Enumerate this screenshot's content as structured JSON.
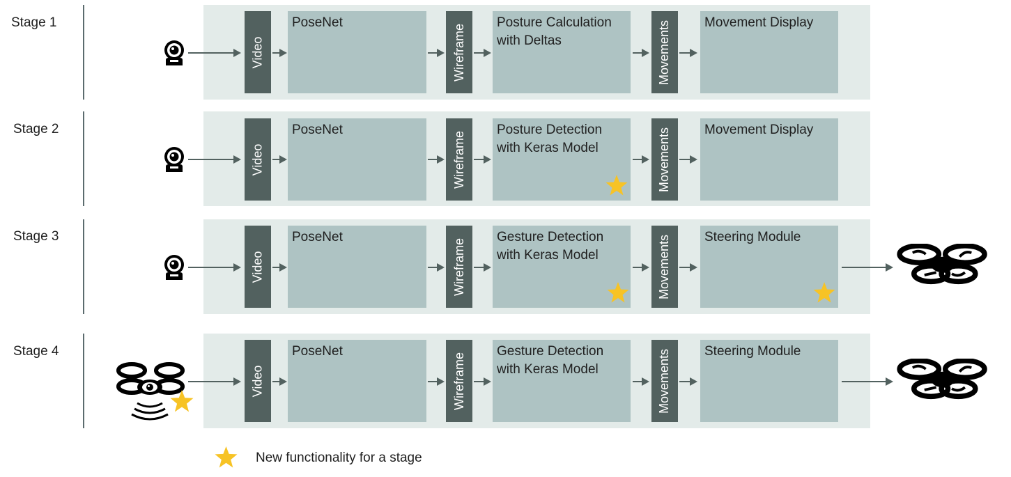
{
  "colors": {
    "panel_bg": "#e3ebe9",
    "box_bg": "#aec3c3",
    "bar_bg": "#52615f",
    "star": "#f7c325",
    "divider": "#5b6b6e"
  },
  "icons": {
    "camera": "webcam-icon",
    "drone": "drone-icon",
    "camera_drone": "drone-camera-icon",
    "star": "star-icon"
  },
  "labels": {
    "video": "Video",
    "wireframe": "Wireframe",
    "movements": "Movements"
  },
  "stages": [
    {
      "label": "Stage 1",
      "boxes": [
        "PoseNet",
        "Posture Calculation\nwith Deltas",
        "Movement Display"
      ],
      "new_functionality": [
        "input:false",
        "box2:false",
        "box3:false"
      ]
    },
    {
      "label": "Stage 2",
      "boxes": [
        "PoseNet",
        "Posture Detection\nwith Keras Model",
        "Movement Display"
      ],
      "new_functionality": [
        "input:false",
        "box2:true",
        "box3:false"
      ]
    },
    {
      "label": "Stage 3",
      "boxes": [
        "PoseNet",
        "Gesture Detection\nwith Keras Model",
        "Steering Module"
      ],
      "new_functionality": [
        "input:false",
        "box2:true",
        "box3:true"
      ]
    },
    {
      "label": "Stage 4",
      "boxes": [
        "PoseNet",
        "Gesture Detection\nwith Keras Model",
        "Steering Module"
      ],
      "new_functionality": [
        "input:true",
        "box2:false",
        "box3:false"
      ]
    }
  ],
  "legend": {
    "text": "New functionality for a stage"
  }
}
